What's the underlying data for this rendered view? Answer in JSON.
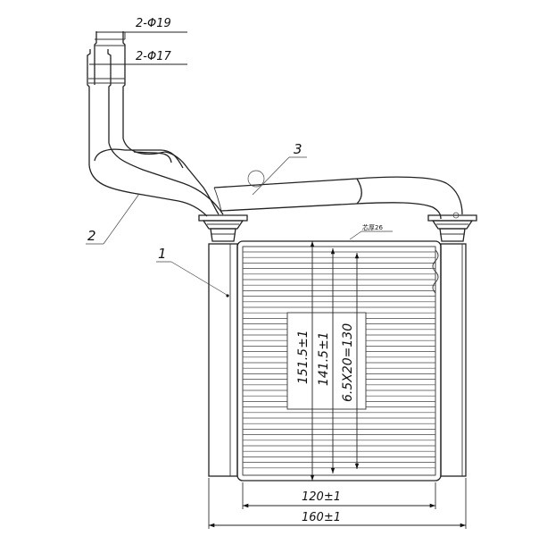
{
  "dimensions": {
    "outlet_dia": "2-Φ19",
    "inlet_dia": "2-Φ17",
    "height_outer": "151.5±1",
    "height_inner": "141.5±1",
    "fin_pitch": "6.5X20=130",
    "core_width": "120±1",
    "total_width": "160±1",
    "core_thickness": "芯厚26"
  },
  "part_labels": {
    "core": "1",
    "pipe_2": "2",
    "pipe_3": "3"
  }
}
